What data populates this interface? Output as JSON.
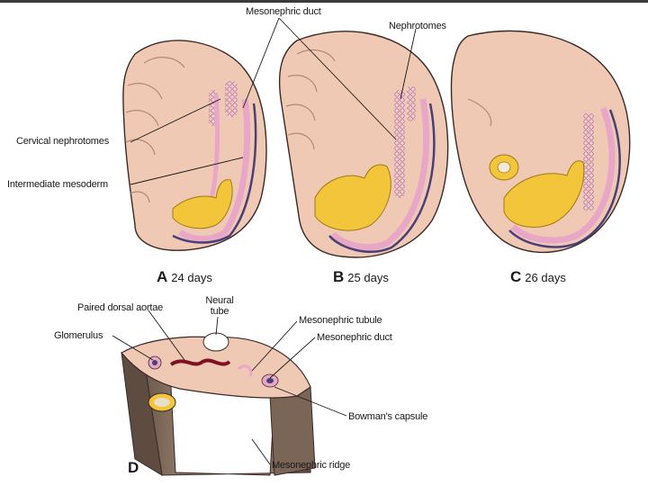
{
  "labels": {
    "mesonephric_duct_top": "Mesonephric duct",
    "nephrotomes": "Nephrotomes",
    "cervical_nephrotomes": "Cervical nephrotomes",
    "intermediate_mesoderm": "Intermediate mesoderm",
    "paired_dorsal_aortae": "Paired dorsal aortae",
    "neural_tube_line1": "Neural",
    "neural_tube_line2": "tube",
    "glomerulus": "Glomerulus",
    "mesonephric_tubule": "Mesonephric tubule",
    "mesonephric_duct_d": "Mesonephric duct",
    "bowmans_capsule": "Bowman's capsule",
    "mesonephric_ridge": "Mesonephric ridge"
  },
  "panels": [
    {
      "letter": "A",
      "caption": "24 days"
    },
    {
      "letter": "B",
      "caption": "25 days"
    },
    {
      "letter": "C",
      "caption": "26 days"
    },
    {
      "letter": "D",
      "caption": ""
    }
  ],
  "colors": {
    "embryo_skin": "#f0c9b5",
    "embryo_outline": "#3a2a26",
    "yolk": "#f2c53a",
    "duct_pink": "#e8a7c7",
    "duct_purple": "#4a3f78",
    "tissue_brown": "#8a7465",
    "aorta_red": "#7e1024"
  }
}
